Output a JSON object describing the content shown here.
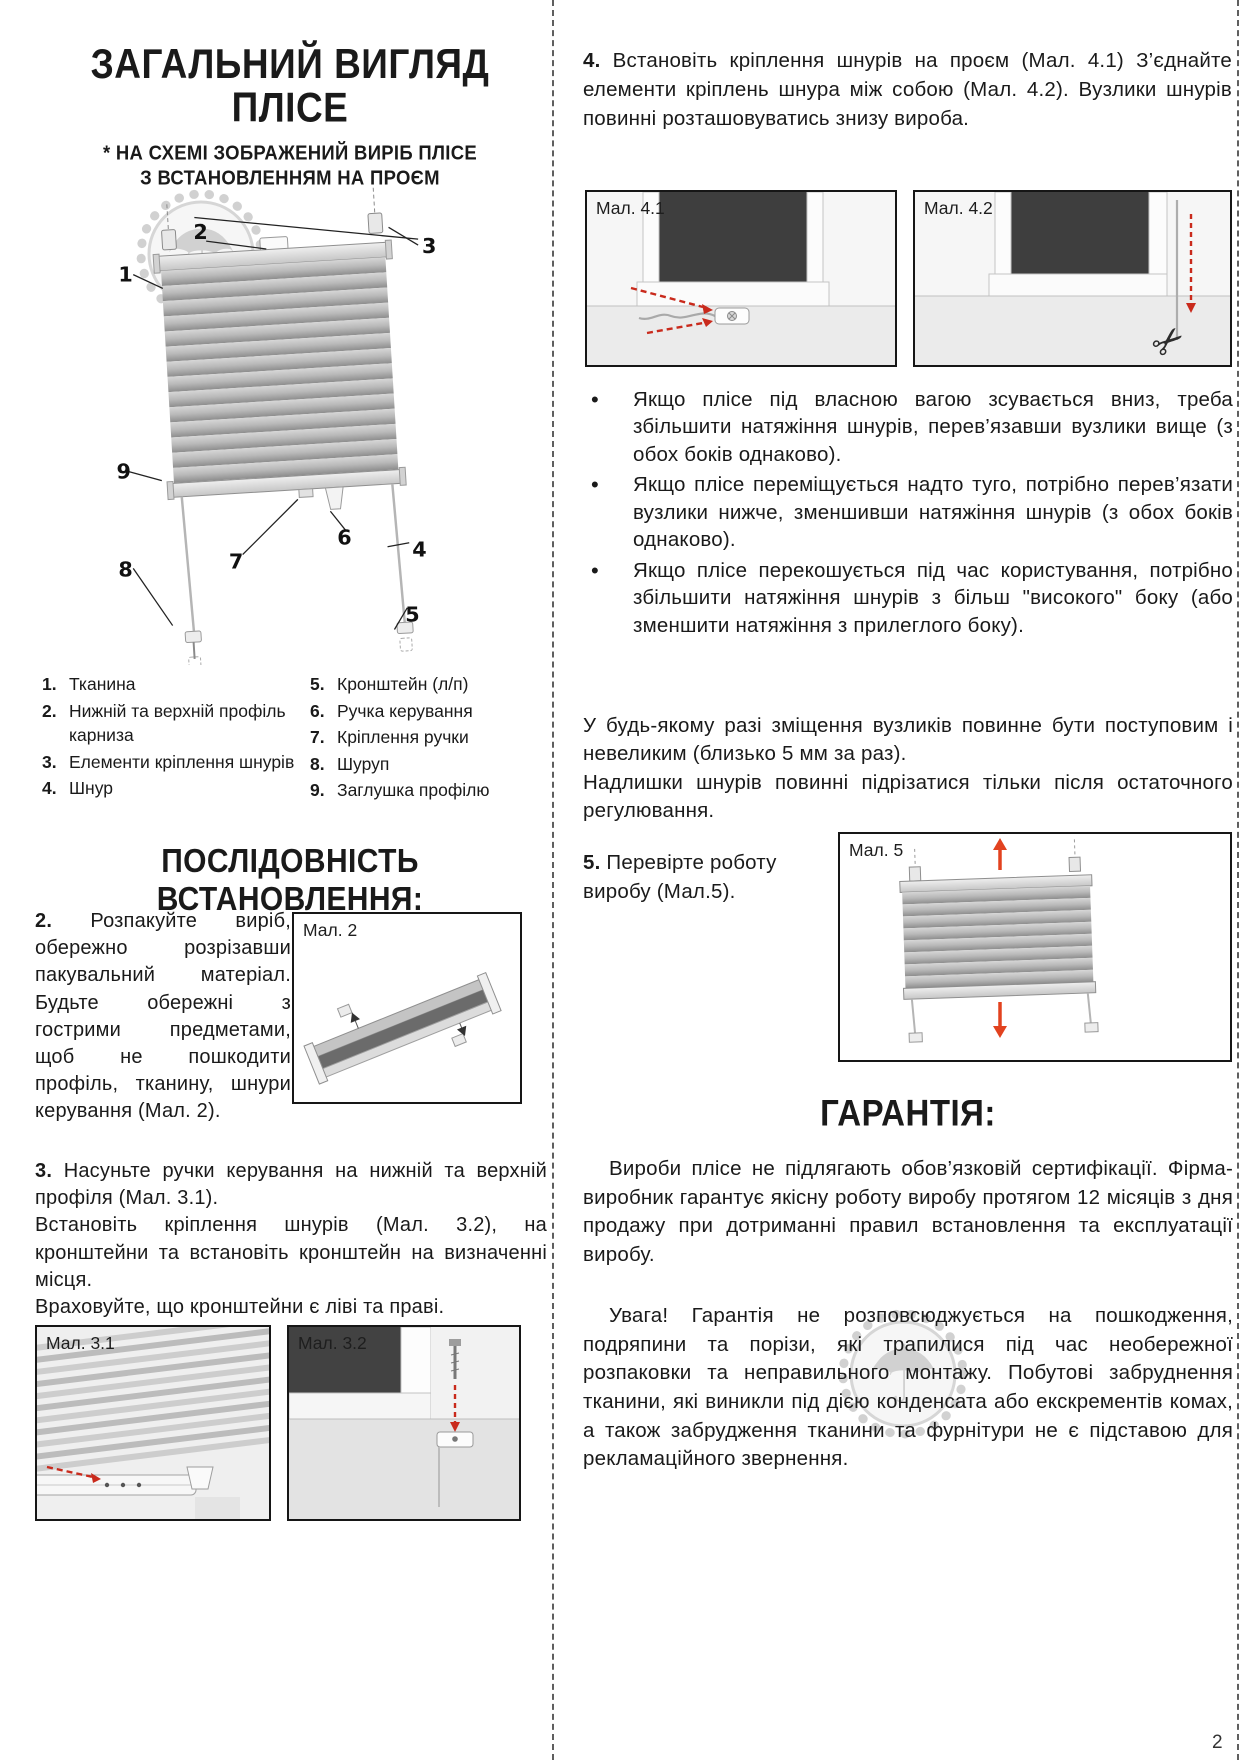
{
  "page": {
    "number": "2",
    "bullet": "•"
  },
  "diagram": {
    "callouts": [
      "1",
      "2",
      "3",
      "4",
      "5",
      "6",
      "7",
      "8",
      "9"
    ]
  },
  "left": {
    "title_line1": "ЗАГАЛЬНИЙ ВИГЛЯД",
    "title_line2": "ПЛІСЕ",
    "subtitle_line1": "* НА СХЕМІ ЗОБРАЖЕНИЙ ВИРІБ ПЛІСЕ",
    "subtitle_line2": "З ВСТАНОВЛЕННЯМ НА ПРОЄМ",
    "legend_col1": [
      {
        "num": "1.",
        "text": "Тканина"
      },
      {
        "num": "2.",
        "text": "Нижній та верхній профіль карниза"
      },
      {
        "num": "3.",
        "text": "Елементи кріплення шнурів"
      },
      {
        "num": "4.",
        "text": "Шнур"
      }
    ],
    "legend_col2": [
      {
        "num": "5.",
        "text": "Кронштейн (л/п)"
      },
      {
        "num": "6.",
        "text": "Ручка керування"
      },
      {
        "num": "7.",
        "text": "Кріплення ручки"
      },
      {
        "num": "8.",
        "text": "Шуруп"
      },
      {
        "num": "9.",
        "text": "Заглушка профілю"
      }
    ],
    "section_title": "ПОСЛІДОВНІСТЬ ВСТАНОВЛЕННЯ:",
    "step2_num": "2.",
    "step2_text": "Розпакуйте виріб, обережно розрізавши пакувальний матеріал. Будьте обережні з гострими предметами, щоб не пошкодити профіль, тканину, шнури керування (Мал. 2).",
    "fig2_label": "Мал. 2",
    "step3_num": "3.",
    "step3_p1": "Насуньте ручки керування на нижній та верхній профіля (Мал. 3.1).",
    "step3_p2": "Встановіть кріплення шнурів (Мал. 3.2), на кронштейни та встановіть кронштейн на визначенні місця.",
    "step3_p3": "Враховуйте, що кронштейни є ліві та праві.",
    "fig31_label": "Мал. 3.1",
    "fig32_label": "Мал. 3.2"
  },
  "right": {
    "step4_num": "4.",
    "step4_text": "Встановіть кріплення шнурів на проєм (Мал. 4.1) З’єднайте елементи кріплень шнура між собою (Мал. 4.2). Вузлики шнурів повинні розташовуватись знизу вироба.",
    "fig41_label": "Мал. 4.1",
    "fig42_label": "Мал. 4.2",
    "bullets": [
      "Якщо плісе під власною вагою зсувається вниз, треба збільшити натяжіння шнурів, перев’язавши вузлики вище (з обох боків однаково).",
      "Якщо плісе переміщується надто туго, потрібно перев’язати вузлики нижче, зменшивши натяжіння шнурів (з обох боків однаково).",
      "Якщо плісе перекошується під час користування, потрібно збільшити натяжіння шнурів з більш \"високого\" боку (або зменшити натяжіння з прилеглого боку)."
    ],
    "para1": "У будь-якому разі зміщення вузликів повинне бути поступовим і невеликим (близько 5 мм за раз).",
    "para2": "Надлишки шнурів повинні підрізатися тільки після остаточного регулювання.",
    "step5_num": "5.",
    "step5_text": "Перевірте роботу виробу (Мал.5).",
    "fig5_label": "Мал. 5",
    "warranty_title": "ГАРАНТІЯ:",
    "warranty_p1": "Вироби плісе не підлягають обов’язковій сертифікації. Фірма-виробник гарантує якісну роботу виробу протягом 12 місяців з дня продажу при дотриманні правил встановлення та експлуатації виробу.",
    "warranty_p2": "Увага! Гарантія не розповсюджується на пошкодження, подряпини та порізи, які трапилися під час необережної розпаковки та неправильного монтажу. Побутові забруднення тканини, які виникли під дією конденсата або екскрементів комах, а також забрудження тканини та фурнітури не є підставою для рекламаційного звернення."
  }
}
